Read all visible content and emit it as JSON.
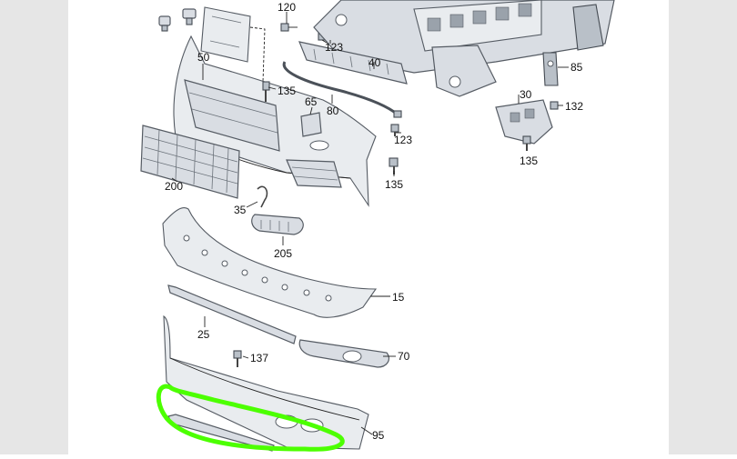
{
  "callouts": [
    "120",
    "123",
    "40",
    "50",
    "135",
    "65",
    "80",
    "123",
    "135",
    "200",
    "35",
    "205",
    "15",
    "25",
    "137",
    "70",
    "95",
    "85",
    "30",
    "132",
    "135"
  ],
  "highlight": {
    "color": "#4cff00"
  }
}
